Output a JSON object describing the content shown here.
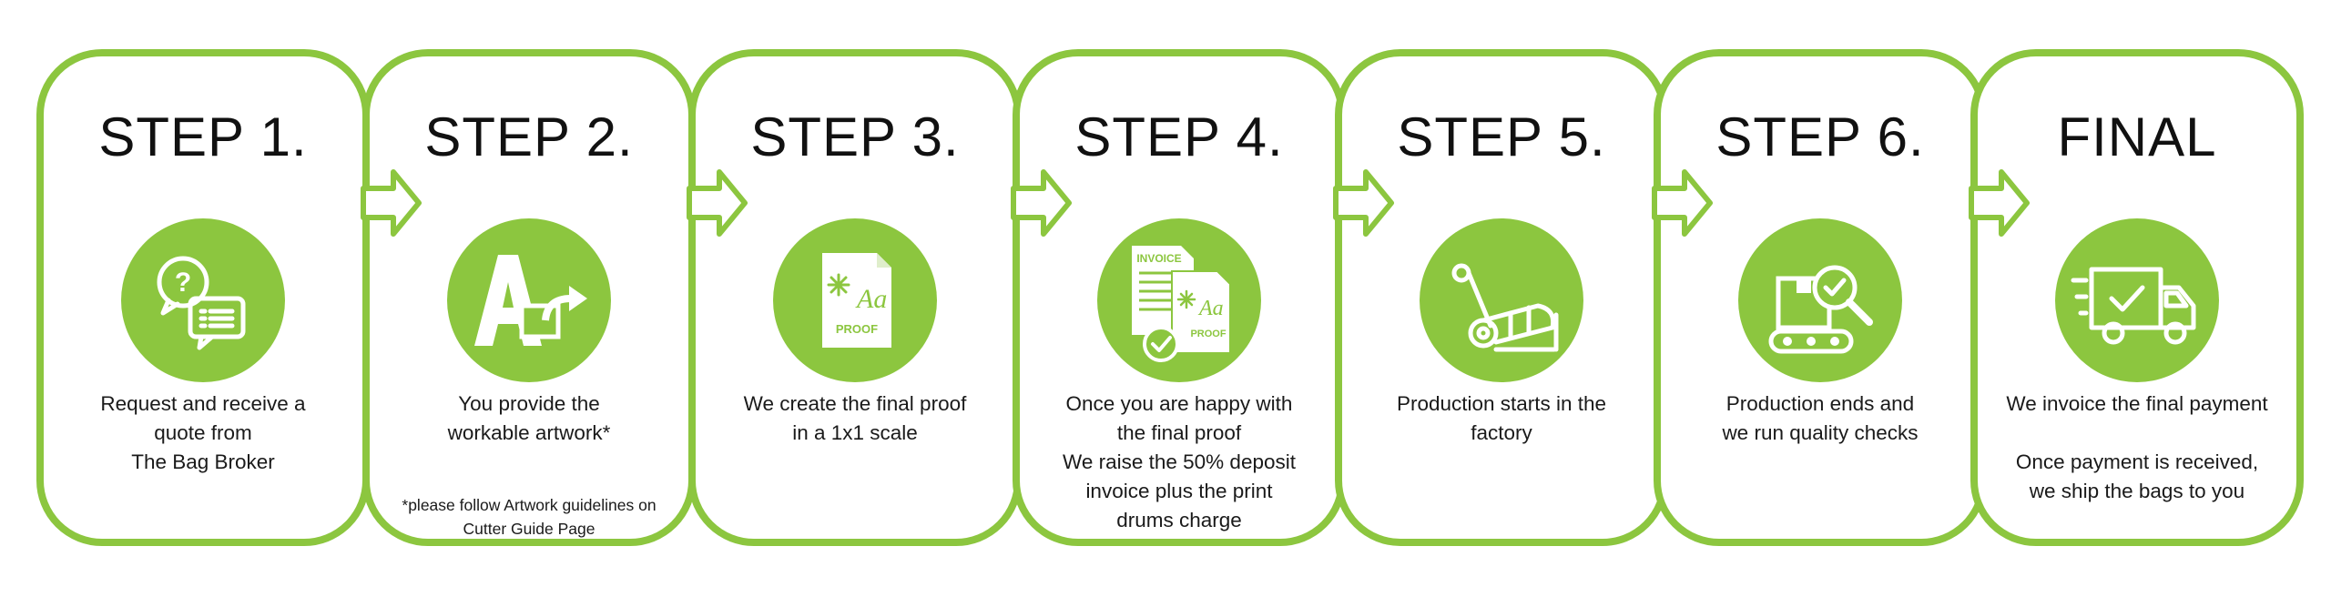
{
  "colors": {
    "accent": "#8cc63f",
    "text": "#111111",
    "background": "#ffffff"
  },
  "steps": [
    {
      "title": "STEP 1.",
      "icon": "chat-question-icon",
      "desc": [
        "Request and receive a",
        "quote from",
        "The Bag Broker"
      ]
    },
    {
      "title": "STEP 2.",
      "icon": "artwork-upload-icon",
      "desc": [
        "You provide the",
        "workable artwork*"
      ],
      "note": [
        "*please follow Artwork guidelines on",
        "Cutter Guide Page"
      ]
    },
    {
      "title": "STEP 3.",
      "icon": "proof-document-icon",
      "icon_label": "PROOF",
      "desc": [
        "We create the final proof",
        "in a 1x1 scale"
      ]
    },
    {
      "title": "STEP 4.",
      "icon": "invoice-proof-icon",
      "icon_label": "INVOICE",
      "icon_label_2": "PROOF",
      "desc": [
        "Once you are happy with",
        "the final proof",
        "We raise the 50% deposit",
        "invoice plus the print",
        "drums charge"
      ]
    },
    {
      "title": "STEP 5.",
      "icon": "factory-rollers-icon",
      "desc": [
        "Production starts in the",
        "factory"
      ]
    },
    {
      "title": "STEP 6.",
      "icon": "quality-check-icon",
      "desc": [
        "Production ends and",
        "we run quality checks"
      ]
    },
    {
      "title": "FINAL",
      "icon": "delivery-truck-icon",
      "desc": [
        "We invoice the final payment",
        "",
        "Once payment is received,",
        "we ship the bags to you"
      ]
    }
  ]
}
